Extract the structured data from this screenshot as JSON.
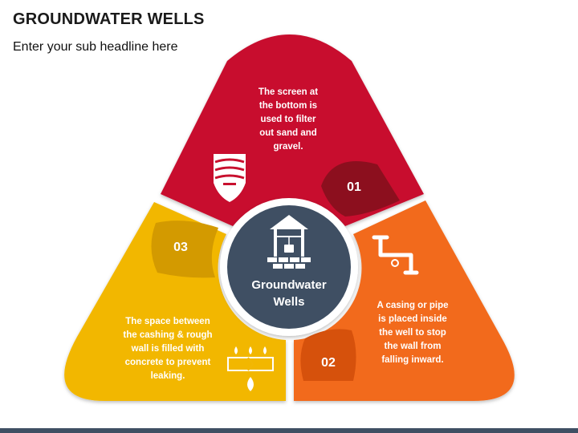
{
  "header": {
    "title": "GROUNDWATER WELLS",
    "subtitle": "Enter your sub headline here"
  },
  "center": {
    "line1": "Groundwater",
    "line2": "Wells"
  },
  "segments": [
    {
      "number": "01",
      "text": "The screen at the bottom is used to filter out sand and gravel.",
      "color": "#c8102e",
      "icon": "screen-filter-icon"
    },
    {
      "number": "02",
      "text": "A casing or pipe is placed inside the well to stop the wall from falling inward.",
      "color": "#f26b1d",
      "icon": "pipe-icon"
    },
    {
      "number": "03",
      "text": "The space between the cashing & rough wall is filled with concrete to prevent leaking.",
      "color": "#f2b705",
      "icon": "concrete-seal-icon"
    }
  ],
  "colors": {
    "center_fill": "#3f4f63",
    "ring": "#ffffff",
    "top_dark": "#8c0f1e",
    "right_dark": "#d6510c",
    "left_dark": "#d39a00"
  }
}
